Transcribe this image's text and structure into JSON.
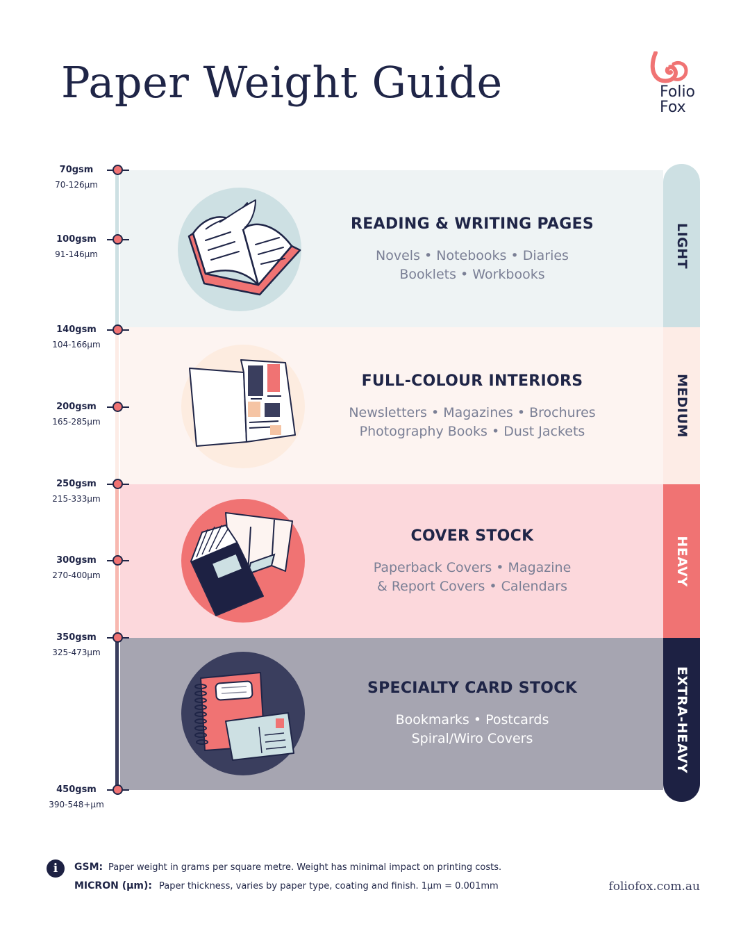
{
  "title": "Paper Weight Guide",
  "brand": {
    "line1": "Folio",
    "line2": "Fox",
    "website": "foliofox.com.au"
  },
  "scale": [
    {
      "gsm": "70gsm",
      "micron": "70-126µm"
    },
    {
      "gsm": "100gsm",
      "micron": "91-146µm"
    },
    {
      "gsm": "140gsm",
      "micron": "104-166µm"
    },
    {
      "gsm": "200gsm",
      "micron": "165-285µm"
    },
    {
      "gsm": "250gsm",
      "micron": "215-333µm"
    },
    {
      "gsm": "300gsm",
      "micron": "270-400µm"
    },
    {
      "gsm": "350gsm",
      "micron": "325-473µm"
    },
    {
      "gsm": "450gsm",
      "micron": "390-548+µm"
    }
  ],
  "categories": [
    {
      "weight": "LIGHT",
      "heading": "READING & WRITING PAGES",
      "line1": "Novels • Notebooks • Diaries",
      "line2": "Booklets • Workbooks",
      "icon": "open-book-icon"
    },
    {
      "weight": "MEDIUM",
      "heading": "FULL-COLOUR INTERIORS",
      "line1": "Newsletters • Magazines • Brochures",
      "line2": "Photography Books • Dust Jackets",
      "icon": "magazine-icon"
    },
    {
      "weight": "HEAVY",
      "heading": "COVER STOCK",
      "line1": "Paperback Covers • Magazine",
      "line2": "& Report Covers • Calendars",
      "icon": "cover-stock-icon"
    },
    {
      "weight": "EXTRA-HEAVY",
      "heading": "SPECIALTY CARD STOCK",
      "line1": "Bookmarks • Postcards",
      "line2": "Spiral/Wiro Covers",
      "icon": "spiral-notebook-postcard-icon"
    }
  ],
  "footer": {
    "gsm_term": "GSM:",
    "gsm_def": "Paper weight in grams per square metre. Weight has minimal impact on printing costs.",
    "micron_term": "MICRON (µm):",
    "micron_def": "Paper thickness, varies by paper type, coating and finish. 1µm = 0.001mm"
  },
  "colors": {
    "navy": "#1f2547",
    "coral": "#f07373",
    "light_band": "#eef3f4",
    "medium_band": "#fdf4f1",
    "heavy_band": "#fcd8dc",
    "xheavy_band": "#a6a5b1"
  }
}
